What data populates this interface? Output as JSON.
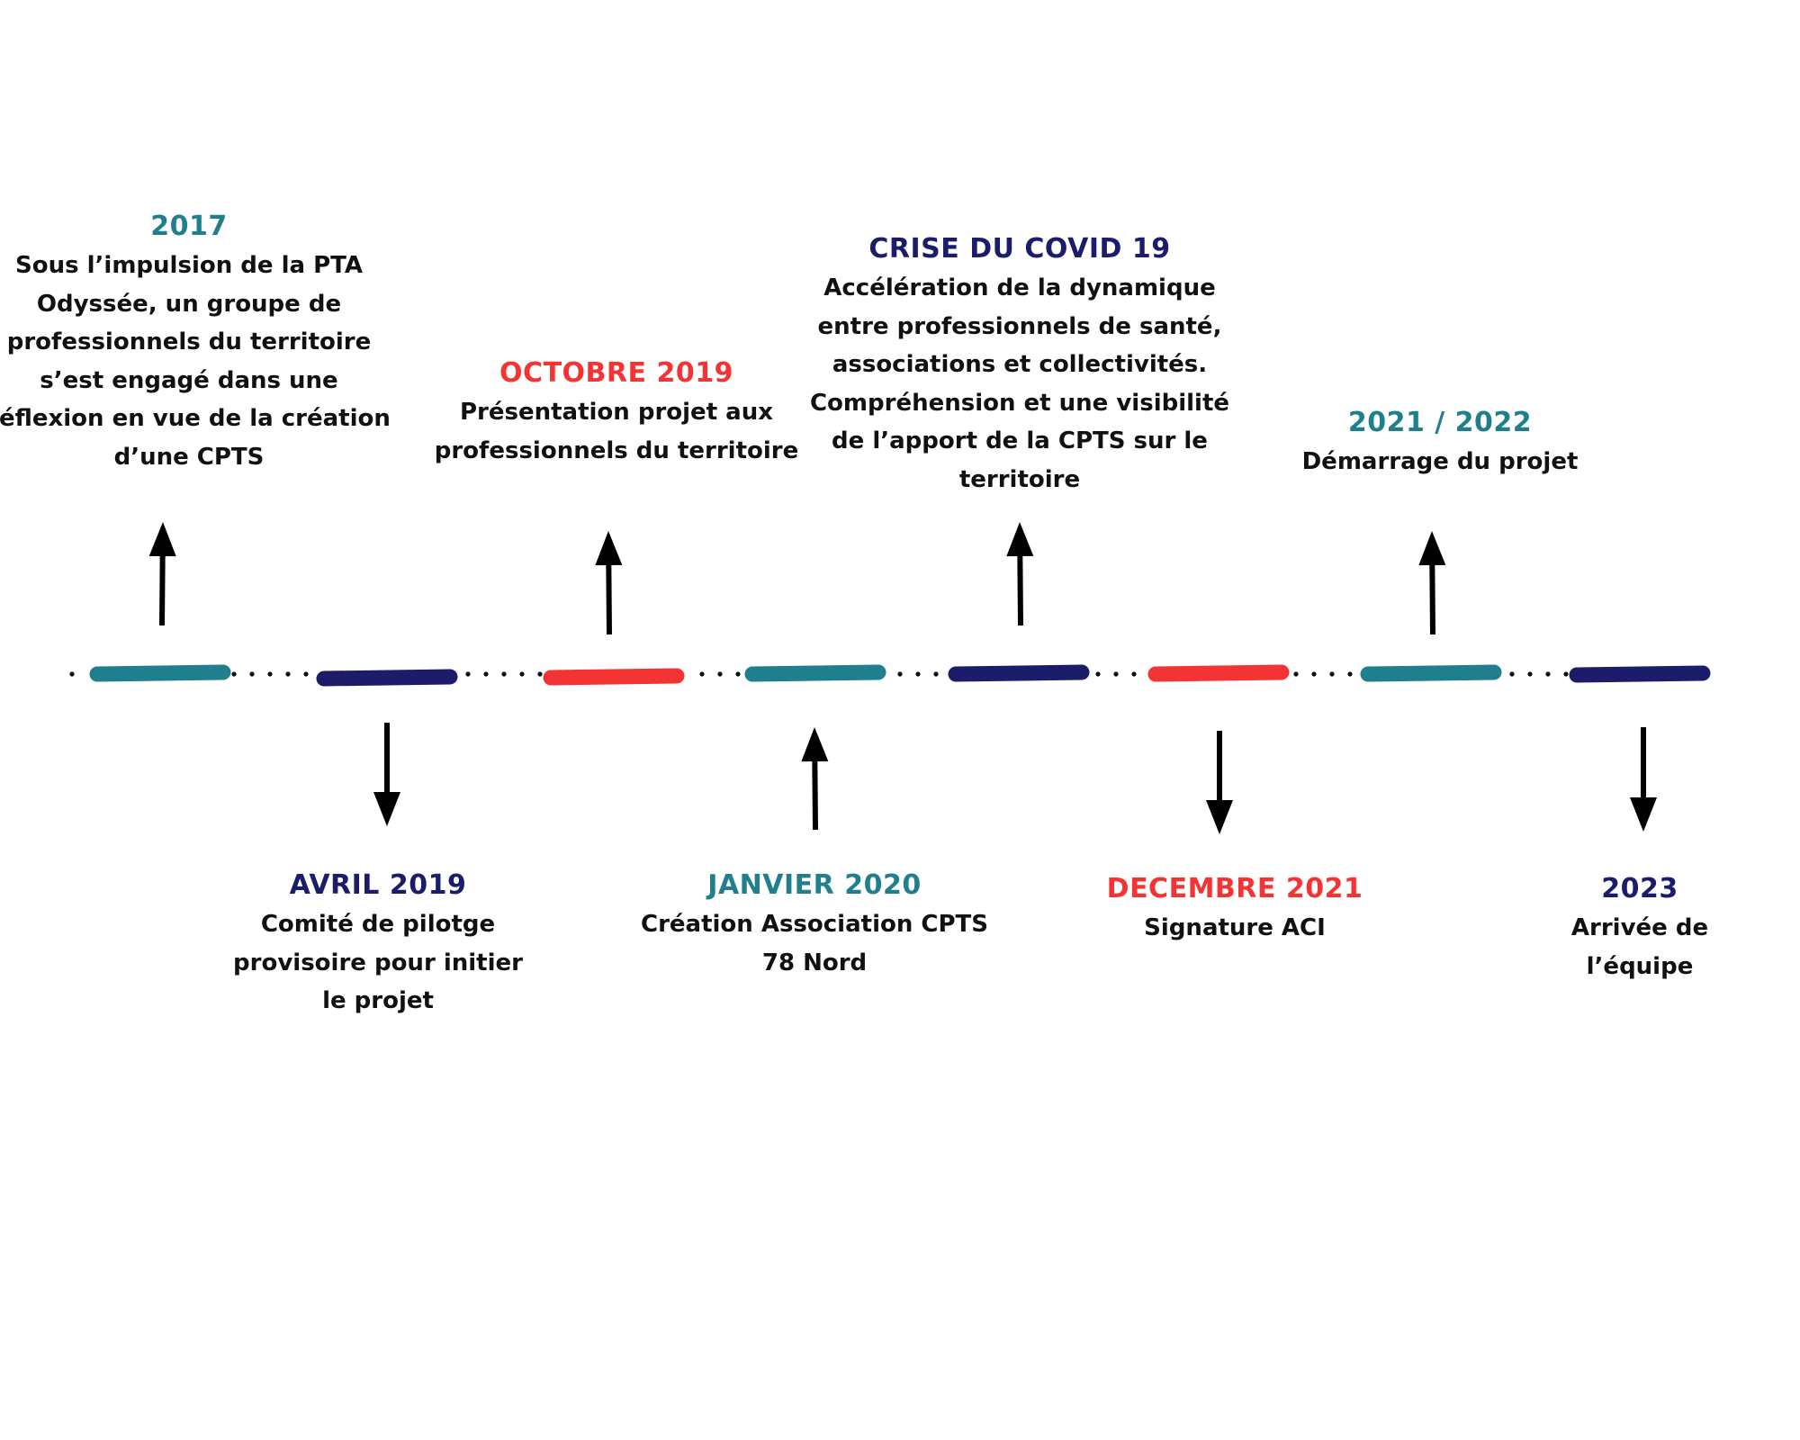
{
  "colors": {
    "teal": "#1F7F8C",
    "navy": "#1B1D6B",
    "red": "#F43434",
    "dot": "#111111",
    "arrow": "#000000",
    "text": "#111111"
  },
  "events": [
    {
      "date": "2017",
      "description": "Sous l’impulsion de la PTA\nOdyssée, un groupe de\nprofessionnels du territoire\ns’est engagé dans une\nréflexion en vue de la création\nd’une CPTS",
      "color": "teal",
      "direction": "up"
    },
    {
      "date": "AVRIL 2019",
      "description": "Comité de pilotge\nprovisoire pour initier\nle projet",
      "color": "navy",
      "direction": "down"
    },
    {
      "date": "OCTOBRE 2019",
      "description": "Présentation projet aux\nprofessionnels du territoire",
      "color": "red",
      "direction": "up"
    },
    {
      "date": "JANVIER 2020",
      "description": "Création Association CPTS\n78 Nord",
      "color": "teal",
      "direction": "down"
    },
    {
      "date": "CRISE DU COVID 19",
      "description": "Accélération de la dynamique\nentre professionnels de santé,\nassociations et collectivités.\nCompréhension et une visibilité\nde l’apport de la CPTS sur le\nterritoire",
      "color": "navy",
      "direction": "up"
    },
    {
      "date": "DECEMBRE 2021",
      "description": "Signature ACI",
      "color": "red",
      "direction": "down"
    },
    {
      "date": "2021 / 2022",
      "description": "Démarrage du projet",
      "color": "teal",
      "direction": "up"
    },
    {
      "date": "2023",
      "description": "Arrivée de l’équipe",
      "color": "navy",
      "direction": "down"
    }
  ]
}
